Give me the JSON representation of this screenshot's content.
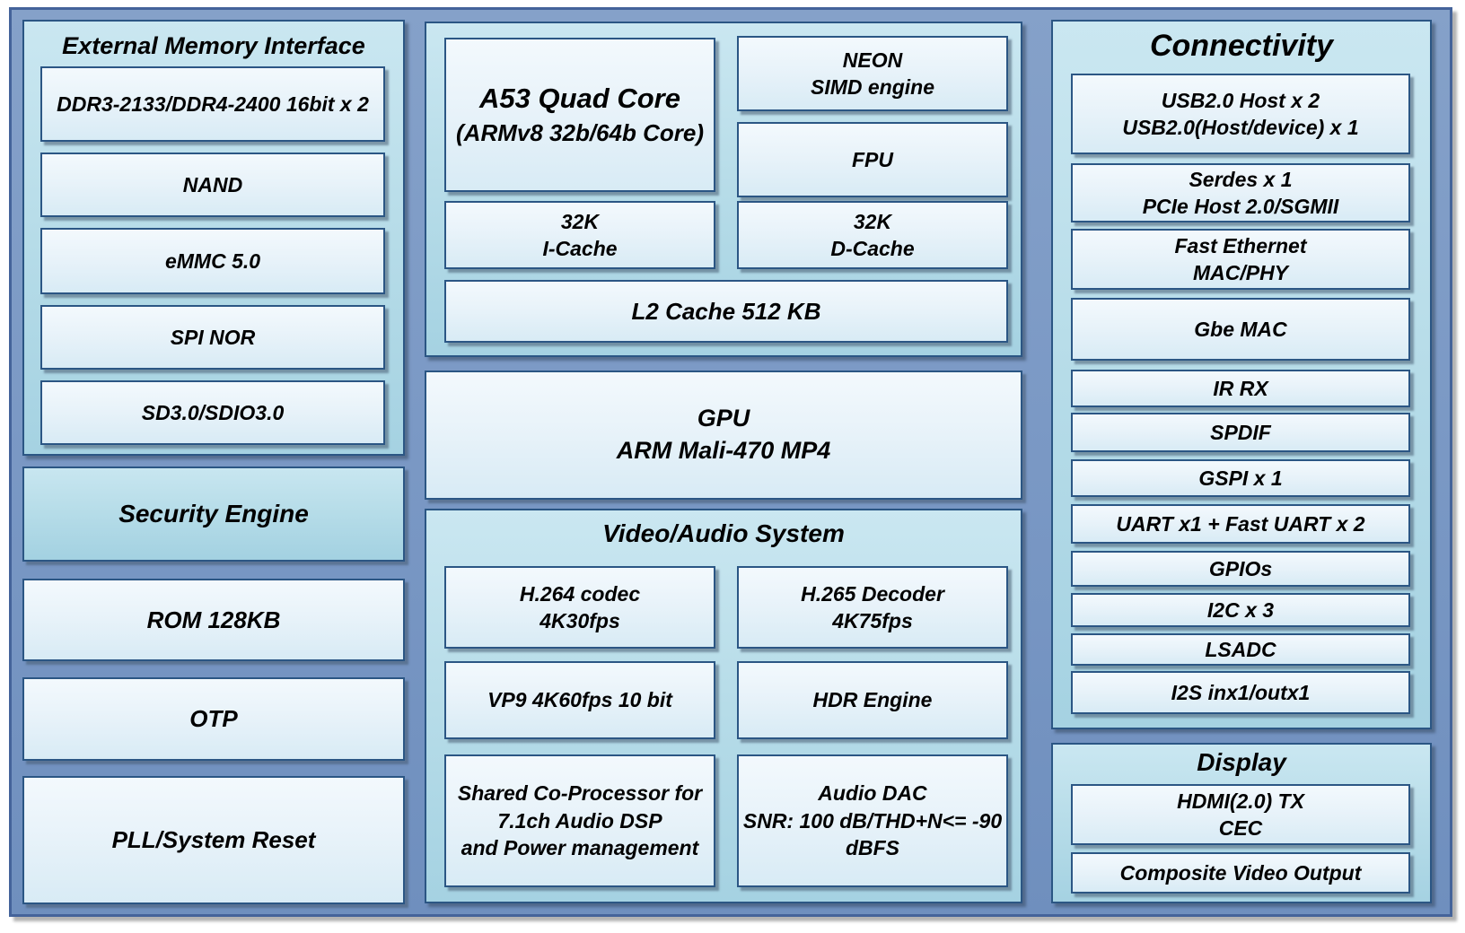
{
  "emi": {
    "title": "External Memory Interface",
    "items": [
      "DDR3-2133/DDR4-2400 16bit x 2",
      "NAND",
      "eMMC 5.0",
      "SPI NOR",
      "SD3.0/SDIO3.0"
    ]
  },
  "security": {
    "label": "Security Engine"
  },
  "rom": {
    "label": "ROM 128KB"
  },
  "otp": {
    "label": "OTP"
  },
  "pll": {
    "label": "PLL/System Reset"
  },
  "cpu": {
    "a53_line1": "A53 Quad Core",
    "a53_line2": "(ARMv8 32b/64b Core)",
    "neon": "NEON\nSIMD engine",
    "fpu": "FPU",
    "icache": "32K\nI-Cache",
    "dcache": "32K\nD-Cache",
    "l2": "L2 Cache 512 KB"
  },
  "gpu": {
    "label": "GPU\nARM Mali-470 MP4"
  },
  "va": {
    "title": "Video/Audio System",
    "items": [
      "H.264 codec\n4K30fps",
      "H.265 Decoder\n4K75fps",
      "VP9 4K60fps 10 bit",
      "HDR Engine",
      "Shared Co-Processor for\n7.1ch Audio DSP\nand Power management",
      "Audio DAC\nSNR: 100 dB/THD+N<=  -90\ndBFS"
    ]
  },
  "connectivity": {
    "title": "Connectivity",
    "items": [
      "USB2.0 Host x 2\nUSB2.0(Host/device) x 1",
      "Serdes x 1\nPCIe Host 2.0/SGMII",
      "Fast Ethernet\nMAC/PHY",
      "Gbe MAC",
      "IR RX",
      "SPDIF",
      "GSPI x 1",
      "UART x1 + Fast UART x 2",
      "GPIOs",
      "I2C x 3",
      "LSADC",
      "I2S inx1/outx1"
    ]
  },
  "display": {
    "title": "Display",
    "items": [
      "HDMI(2.0) TX\nCEC",
      "Composite Video Output"
    ]
  },
  "colors": {
    "background_blue": "#7B99C5",
    "panel_teal": "#B8DDE9",
    "box_light": "#E7F2F9",
    "border_navy": "#2B5684",
    "text": "#000000"
  }
}
